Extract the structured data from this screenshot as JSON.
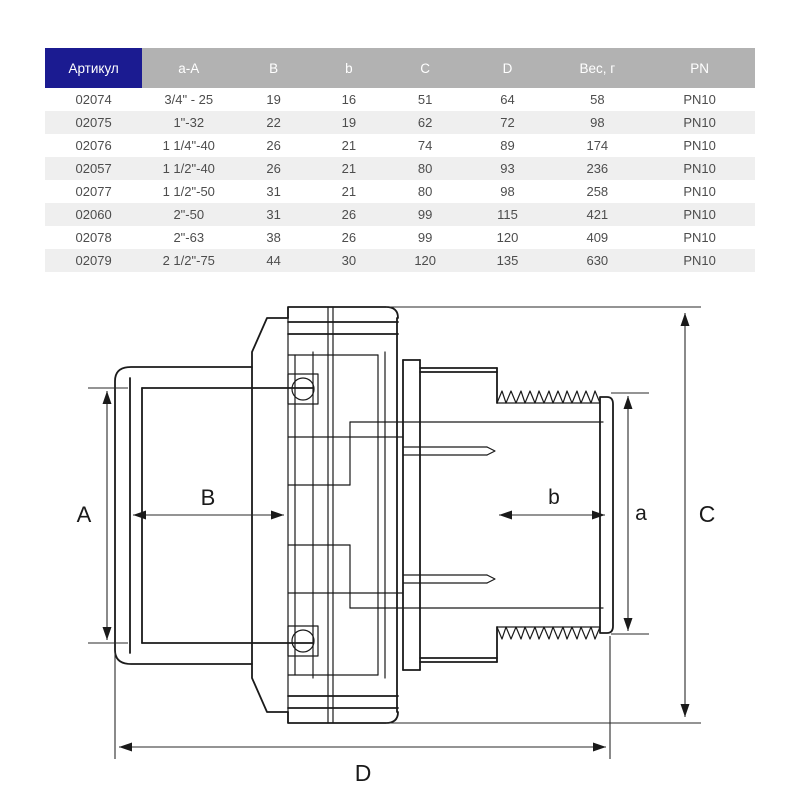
{
  "table": {
    "headers": [
      "Артикул",
      "a-A",
      "B",
      "b",
      "C",
      "D",
      "Вес, г",
      "PN"
    ],
    "rows": [
      [
        "02074",
        "3/4\" - 25",
        "19",
        "16",
        "51",
        "64",
        "58",
        "PN10"
      ],
      [
        "02075",
        "1\"-32",
        "22",
        "19",
        "62",
        "72",
        "98",
        "PN10"
      ],
      [
        "02076",
        "1 1/4\"-40",
        "26",
        "21",
        "74",
        "89",
        "174",
        "PN10"
      ],
      [
        "02057",
        "1 1/2\"-40",
        "26",
        "21",
        "80",
        "93",
        "236",
        "PN10"
      ],
      [
        "02077",
        "1 1/2\"-50",
        "31",
        "21",
        "80",
        "98",
        "258",
        "PN10"
      ],
      [
        "02060",
        "2\"-50",
        "31",
        "26",
        "99",
        "115",
        "421",
        "PN10"
      ],
      [
        "02078",
        "2\"-63",
        "38",
        "26",
        "99",
        "120",
        "409",
        "PN10"
      ],
      [
        "02079",
        "2 1/2\"-75",
        "44",
        "30",
        "120",
        "135",
        "630",
        "PN10"
      ]
    ]
  },
  "diagram": {
    "labels": {
      "A": "A",
      "B": "B",
      "b": "b",
      "a": "a",
      "C": "C",
      "D": "D"
    }
  },
  "colors": {
    "header_accent_blue": "#1b1b91",
    "header_gray": "#b2b2b2",
    "row_alt_gray": "#efefef",
    "table_text": "#4d4d4d",
    "line_black": "#1a1a1a"
  }
}
